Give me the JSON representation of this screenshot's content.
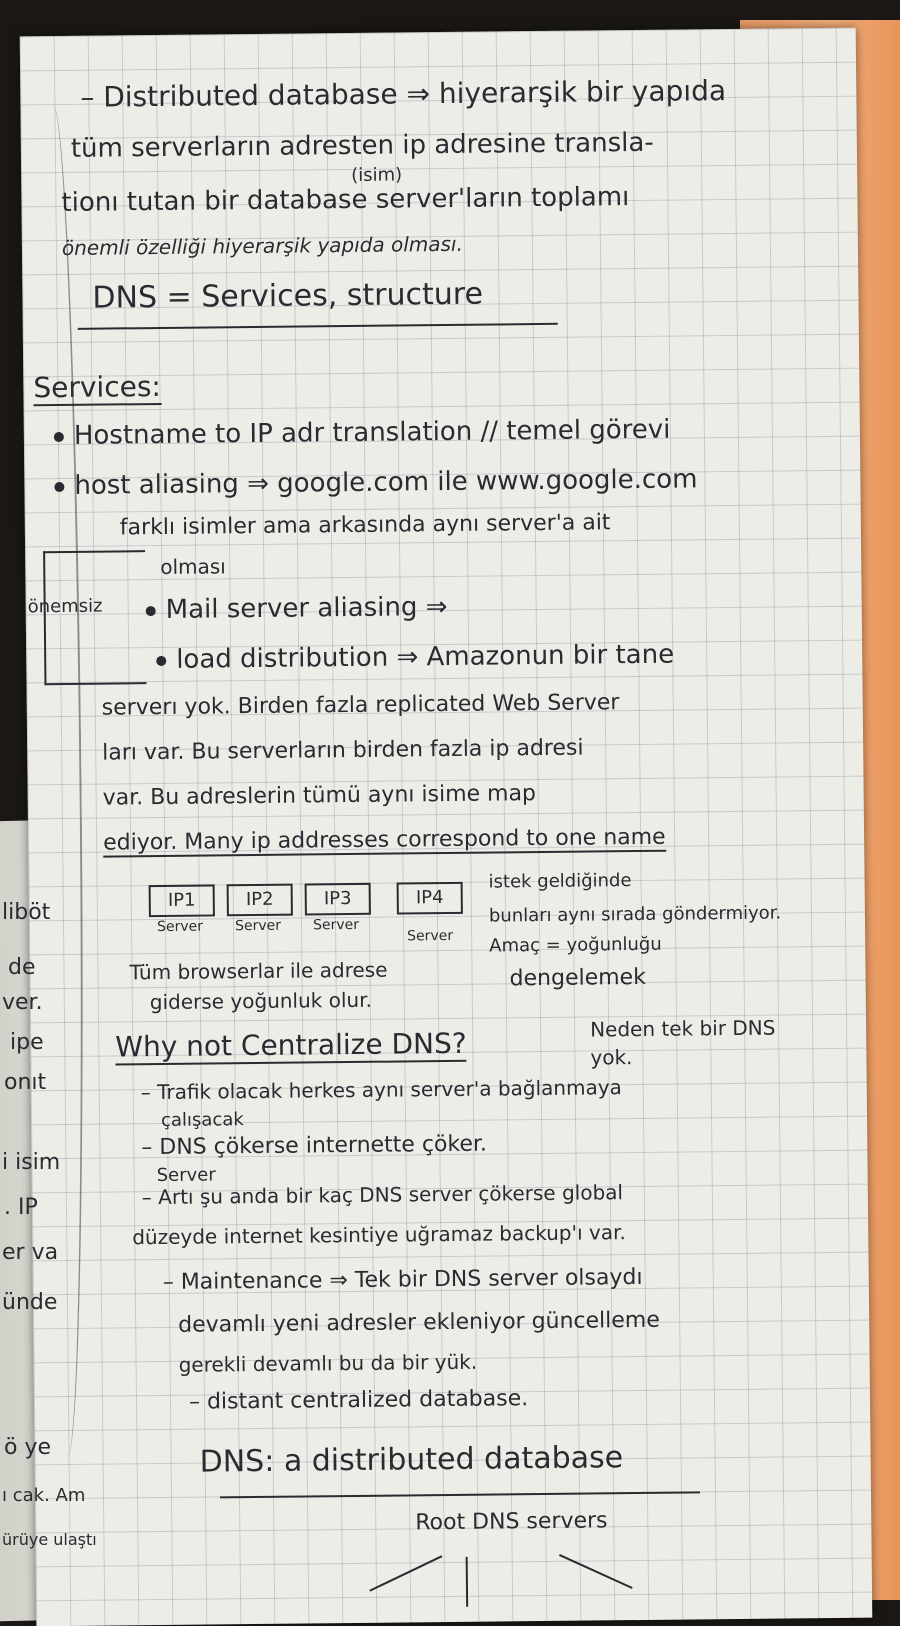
{
  "notes": {
    "intro": {
      "line1": "– Distributed database ⇒ hiyerarşik bir yapıda",
      "line2": "tüm serverların adresten ip adresine transla-",
      "line2_note": "(isim)",
      "line3": "tionı tutan bir database server'ların toplamı",
      "line4": "önemli özelliği hiyerarşik yapıda olması."
    },
    "dns_title": "DNS = Services, structure",
    "services": {
      "heading": "Services:",
      "b1": "Hostname to IP adr translation // temel görevi",
      "b2": "host aliasing ⇒ google.com ile www.google.com",
      "b2_cont1": "farklı isimler ama arkasında aynı server'a ait",
      "b2_cont2": "olması",
      "side_label": "önemsiz",
      "b3": "Mail server aliasing ⇒",
      "b4": "load distribution ⇒ Amazonun bir tane",
      "b4_cont1": "serverı yok. Birden fazla replicated Web Server",
      "b4_cont2": "ları var. Bu serverların birden fazla ip adresi",
      "b4_cont3": "var. Bu adreslerin tümü aynı isime map",
      "b4_cont4": "ediyor. Many ip addresses correspond to one name"
    },
    "ip_boxes": [
      {
        "label": "IP1",
        "sub": "Server"
      },
      {
        "label": "IP2",
        "sub": "Server"
      },
      {
        "label": "IP3",
        "sub": "Server"
      },
      {
        "label": "IP4",
        "sub": "Server"
      }
    ],
    "ip_note1": "istek geldiğinde",
    "ip_note2": "bunları aynı sırada göndermiyor. Amaç = yoğunluğu",
    "ip_note3": "dengelemek",
    "browser_note1": "Tüm browserlar ile adrese",
    "browser_note2": "giderse yoğunluk olur.",
    "why": {
      "heading": "Why not Centralize DNS?",
      "side": "Neden tek bir DNS yok.",
      "l1": "– Trafik olacak herkes aynı server'a bağlanmaya",
      "l1b": "çalışacak",
      "l2": "– DNS çökerse internette çöker.",
      "l2_note": "Server",
      "l3": "– Artı şu anda bir kaç DNS server çökerse global",
      "l3b": "düzeyde internet kesintiye uğramaz backup'ı var.",
      "l4": "– Maintenance ⇒ Tek bir DNS server olsaydı",
      "l4b": "devamlı yeni adresler ekleniyor güncelleme",
      "l4c": "gerekli devamlı bu da bir yük.",
      "l5": "– distant centralized database."
    },
    "footer": {
      "heading": "DNS: a distributed database",
      "root": "Root DNS servers"
    },
    "left_edge": [
      "liböt",
      "de",
      "ver.",
      "ipe",
      "onıt",
      "i isim",
      ". IP",
      "er va",
      "ünde",
      "ö ye",
      "ı cak. Am",
      "ürüye ulaştı"
    ]
  }
}
